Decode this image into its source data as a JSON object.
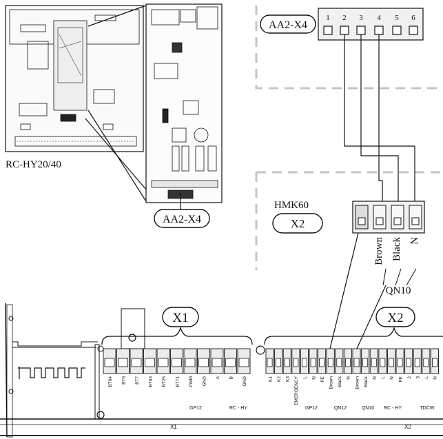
{
  "labels": {
    "board_model": "RC-HY20/40",
    "connector_callout_top": "AA2-X4",
    "connector_callout_board": "AA2-X4",
    "accessory_name": "HMK60",
    "accessory_block": "X2",
    "bus_x1": "X1",
    "bus_x2": "X2",
    "valve_name": "QN10"
  },
  "x4_pins": [
    "1",
    "2",
    "3",
    "4",
    "5",
    "6"
  ],
  "wire_labels": [
    "Brown",
    "Black",
    "N"
  ],
  "x1_terminal_labels": [
    "BT64",
    "BT6",
    "BT7",
    "BT63",
    "BT25",
    "BT71",
    "PWM",
    "GND",
    "A",
    "B",
    "GND"
  ],
  "x1_group_labels": [
    "GP12",
    "RC - HY"
  ],
  "x1_footer": "X1",
  "x2_terminal_labels": [
    "K1",
    "K2",
    "K3",
    "EMERGENCY",
    "L",
    "N",
    "PE",
    "Brown",
    "Black",
    "N",
    "Brown",
    "Black",
    "N",
    "L",
    "N",
    "PE",
    "2",
    "3",
    "L",
    "N"
  ],
  "x2_group_labels": [
    "GP12",
    "QN12",
    "QN10",
    "RC - HY",
    "TDCW"
  ],
  "x2_footer": "X2",
  "colors": {
    "line": "#111111",
    "dashed_frame": "#bdbdbd",
    "board_fill": "#f3f3f3",
    "terminal_fill": "#e6e6e6"
  }
}
